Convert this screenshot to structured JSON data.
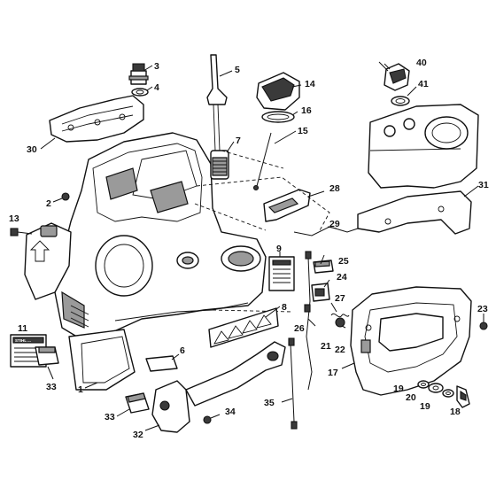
{
  "callouts": {
    "c1": "1",
    "c2": "2",
    "c3": "3",
    "c4": "4",
    "c5": "5",
    "c6": "6",
    "c7": "7",
    "c8": "8",
    "c9": "9",
    "c11": "11",
    "c13": "13",
    "c14": "14",
    "c15": "15",
    "c16": "16",
    "c17": "17",
    "c18": "18",
    "c19a": "19",
    "c19b": "19",
    "c20": "20",
    "c21": "21",
    "c22": "22",
    "c23": "23",
    "c24": "24",
    "c25": "25",
    "c26": "26",
    "c27": "27",
    "c28": "28",
    "c29": "29",
    "c30": "30",
    "c31": "31",
    "c32": "32",
    "c33a": "33",
    "c33b": "33",
    "c34": "34",
    "c35": "35",
    "c40": "40",
    "c41": "41"
  },
  "label_11_text": "STIHL ..."
}
